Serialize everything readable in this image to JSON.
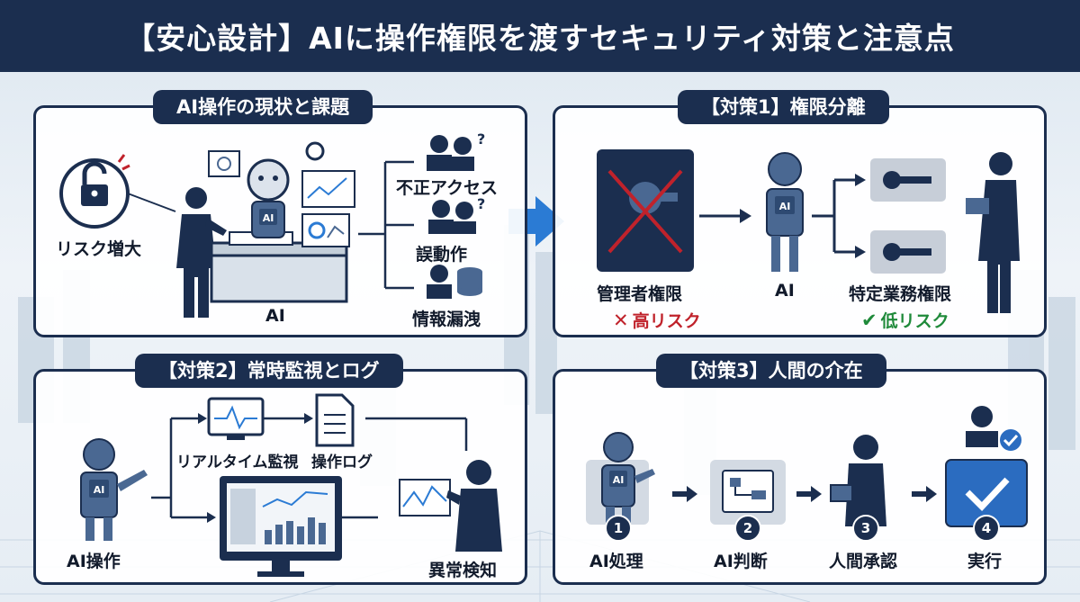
{
  "header": {
    "title": "【安心設計】AIに操作権限を渡すセキュリティ対策と注意点"
  },
  "panels": {
    "current": {
      "title": "AI操作の現状と課題",
      "risk_label": "リスク増大",
      "ai_label": "AI",
      "icon_text": "AI",
      "question_mark": "?",
      "issues": [
        "不正アクセス",
        "誤動作",
        "情報漏洩"
      ]
    },
    "measure1": {
      "title": "【対策1】権限分離",
      "admin_label": "管理者権限",
      "ai_label": "AI",
      "icon_text": "AI",
      "specific_label": "特定業務権限",
      "high_risk_mark": "✕",
      "high_risk": "高リスク",
      "low_risk_mark": "✔",
      "low_risk": "低リスク"
    },
    "measure2": {
      "title": "【対策2】常時監視とログ",
      "ai_label": "AI操作",
      "icon_text": "AI",
      "realtime_label": "リアルタイム監視",
      "log_label": "操作ログ",
      "anomaly_label": "異常検知"
    },
    "measure3": {
      "title": "【対策3】人間の介在",
      "icon_text": "AI",
      "steps": [
        {
          "num": "1",
          "label": "AI処理"
        },
        {
          "num": "2",
          "label": "AI判断"
        },
        {
          "num": "3",
          "label": "人間承認"
        },
        {
          "num": "4",
          "label": "実行"
        }
      ]
    }
  },
  "colors": {
    "navy": "#1b2e4f",
    "robot_blue": "#4a6892",
    "accent_blue": "#2b7bd4",
    "high_risk": "#c0222b",
    "low_risk": "#1f8a3a"
  }
}
